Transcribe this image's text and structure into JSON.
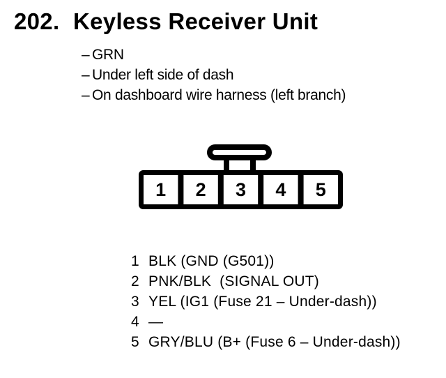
{
  "page": {
    "background": "#ffffff",
    "ink": "#000000"
  },
  "header": {
    "number": "202.",
    "title": "Keyless Receiver Unit"
  },
  "notes": {
    "bullet": "–",
    "items": [
      "GRN",
      "Under left side of dash",
      "On dashboard wire harness (left branch)"
    ]
  },
  "connector": {
    "cavities": [
      "1",
      "2",
      "3",
      "4",
      "5"
    ]
  },
  "pins": [
    {
      "num": "1",
      "desc": "BLK (GND (G501))"
    },
    {
      "num": "2",
      "desc": "PNK/BLK  (SIGNAL OUT)"
    },
    {
      "num": "3",
      "desc": "YEL (IG1 (Fuse 21 – Under-dash))"
    },
    {
      "num": "4",
      "desc": "—"
    },
    {
      "num": "5",
      "desc": "GRY/BLU (B+ (Fuse 6 – Under-dash))"
    }
  ]
}
